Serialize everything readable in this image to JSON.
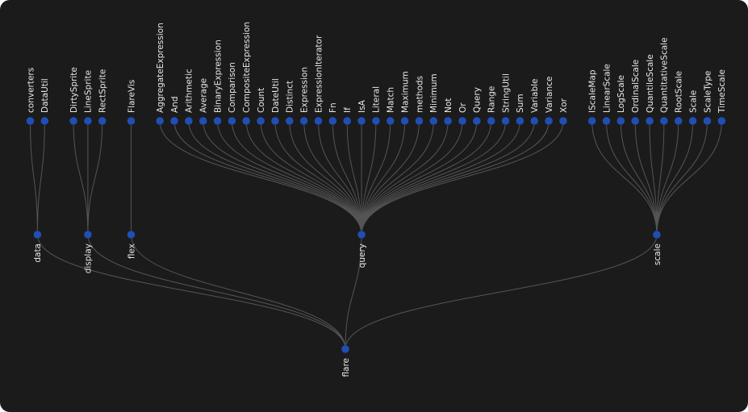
{
  "colors": {
    "background": "#1b1b1b",
    "node": "#1f4fb5",
    "link": "#555555",
    "text": "#e9e9e9"
  },
  "tree": {
    "name": "flare",
    "children": [
      {
        "name": "data",
        "children": [
          {
            "name": "converters"
          },
          {
            "name": "DataUtil"
          }
        ]
      },
      {
        "name": "display",
        "children": [
          {
            "name": "DirtySprite"
          },
          {
            "name": "LineSprite"
          },
          {
            "name": "RectSprite"
          }
        ]
      },
      {
        "name": "flex",
        "children": [
          {
            "name": "FlareVis"
          }
        ]
      },
      {
        "name": "query",
        "children": [
          {
            "name": "AggregateExpression"
          },
          {
            "name": "And"
          },
          {
            "name": "Arithmetic"
          },
          {
            "name": "Average"
          },
          {
            "name": "BinaryExpression"
          },
          {
            "name": "Comparison"
          },
          {
            "name": "CompositeExpression"
          },
          {
            "name": "Count"
          },
          {
            "name": "DateUtil"
          },
          {
            "name": "Distinct"
          },
          {
            "name": "Expression"
          },
          {
            "name": "ExpressionIterator"
          },
          {
            "name": "Fn"
          },
          {
            "name": "If"
          },
          {
            "name": "IsA"
          },
          {
            "name": "Literal"
          },
          {
            "name": "Match"
          },
          {
            "name": "Maximum"
          },
          {
            "name": "methods"
          },
          {
            "name": "Minimum"
          },
          {
            "name": "Not"
          },
          {
            "name": "Or"
          },
          {
            "name": "Query"
          },
          {
            "name": "Range"
          },
          {
            "name": "StringUtil"
          },
          {
            "name": "Sum"
          },
          {
            "name": "Variable"
          },
          {
            "name": "Variance"
          },
          {
            "name": "Xor"
          }
        ]
      },
      {
        "name": "scale",
        "children": [
          {
            "name": "IScaleMap"
          },
          {
            "name": "LinearScale"
          },
          {
            "name": "LogScale"
          },
          {
            "name": "OrdinalScale"
          },
          {
            "name": "QuantileScale"
          },
          {
            "name": "QuantitativeScale"
          },
          {
            "name": "RootScale"
          },
          {
            "name": "Scale"
          },
          {
            "name": "ScaleType"
          },
          {
            "name": "TimeScale"
          }
        ]
      }
    ]
  }
}
